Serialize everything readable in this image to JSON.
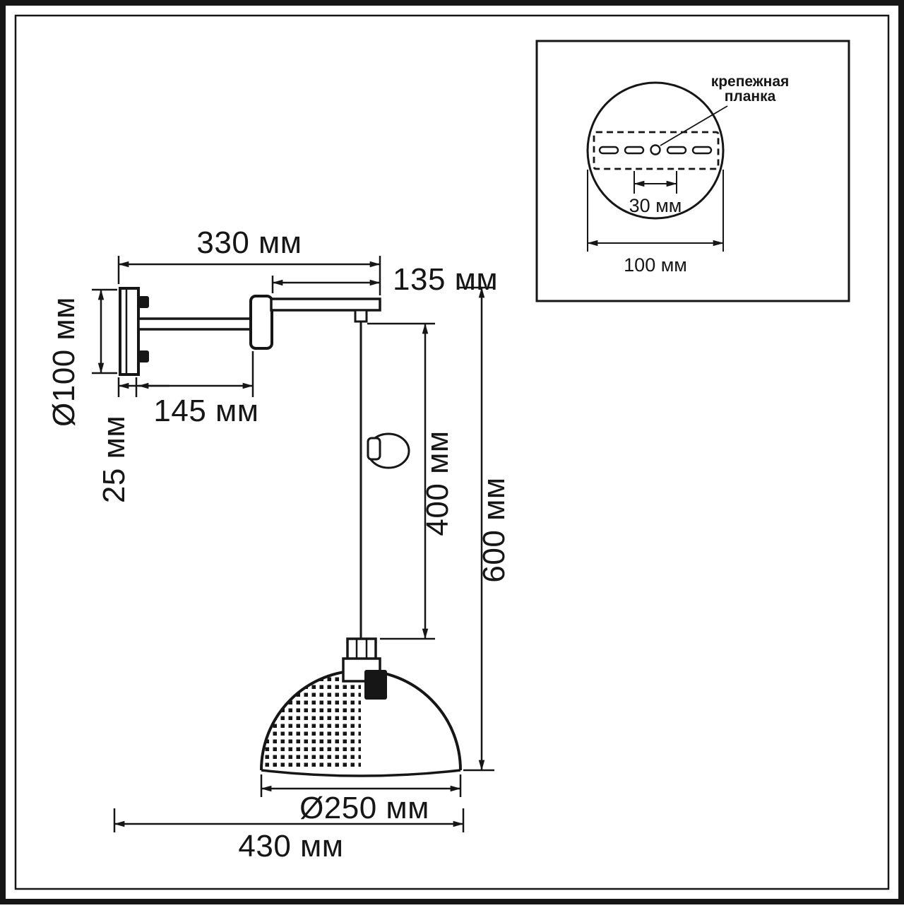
{
  "diagram": {
    "dims": {
      "arm_length": "330 мм",
      "head_offset": "135 мм",
      "base_diameter": "Ø100 мм",
      "bracket_length": "145 мм",
      "base_depth": "25 мм",
      "cable_length": "400 мм",
      "overall_height": "600 мм",
      "shade_diameter": "Ø250 мм",
      "overall_width": "430 мм"
    },
    "inset": {
      "label_line1": "крепежная",
      "label_line2": "планка",
      "hole_spacing": "30 мм",
      "plate_width": "100 мм"
    }
  }
}
